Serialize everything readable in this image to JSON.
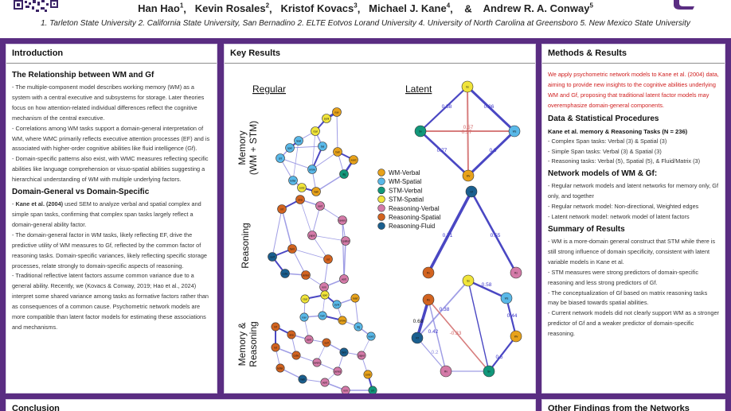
{
  "header": {
    "authors": [
      {
        "name": "Han Hao",
        "sup": "1"
      },
      {
        "name": "Kevin Rosales",
        "sup": "2"
      },
      {
        "name": "Kristof Kovacs",
        "sup": "3"
      },
      {
        "name": "Michael J. Kane",
        "sup": "4"
      },
      {
        "name": "Andrew R. A. Conway",
        "sup": "5"
      }
    ],
    "and": "&",
    "affiliations": "1. Tarleton State University   2. California State University, San Bernadino   2. ELTE Eotvos Lorand University   4. University of North Carolina at Greensboro   5. New Mexico State University"
  },
  "intro": {
    "title": "Introduction",
    "h1": "The Relationship between WM and Gf",
    "p1": "- The multiple-component model describes working memory (WM) as a system with a central executive and subsystems for storage. Later theories focus on how attention-related individual differences reflect the cognitive mechanism of the central executive.",
    "p2": "- Correlations among WM tasks support a domain-general interpretation of WM, where WMC primarily reflects executive attention processes (EF) and is associated with higher-order cognitive abilities like fluid intelligence (Gf).",
    "p3": "- Domain-specific patterns also exist, with WMC measures reflecting specific abilities like language comprehension or visuo-spatial abilities suggesting a hierarchical understanding of WM with multiple underlying factors.",
    "h2": "Domain-General vs Domain-Specific",
    "p4_bold": "Kane et al. (2004)",
    "p4_rest": " used SEM to analyze verbal and spatial complex and simple span tasks, confirming that complex span tasks largely reflect a domain-general ability factor.",
    "p5": "- The domain-general factor in WM tasks, likely reflecting EF, drive the predictive utility of WM measures to Gf, reflected by the common factor of reasoning tasks. Domain-specific variances, likely reflecting specific storage processes, relate strongly to domain-specific aspects of reasoning.",
    "p6": "- Traditional reflective latent factors assume common variance due to a general ability. Recently, we (Kovacs & Conway, 2019; Hao et al., 2024) interpret some shared variance among tasks as formative factors rather than as consequences of a common cause. Psychometric network models are more compatible than latent factor models for estimating these associations and mechanisms."
  },
  "keyres": {
    "title": "Key Results",
    "col_regular": "Regular",
    "col_latent": "Latent",
    "row1": "Memory",
    "row1b": "(WM + STM)",
    "row2": "Reasoning",
    "row3": "Memory &",
    "row3b": "Reasoning",
    "legend": [
      {
        "label": "WM-Verbal",
        "color": "#e8a21a"
      },
      {
        "label": "WM-Spatial",
        "color": "#59b8e8"
      },
      {
        "label": "STM-Verbal",
        "color": "#11977a"
      },
      {
        "label": "STM-Spatial",
        "color": "#f0e43a"
      },
      {
        "label": "Reasoning-Verbal",
        "color": "#d47aa8"
      },
      {
        "label": "Reasoning-Spatial",
        "color": "#d2631f"
      },
      {
        "label": "Reasoning-Fluid",
        "color": "#1a5f8f"
      }
    ],
    "latent_top": {
      "nodes": [
        "Ss",
        "Sv",
        "Ws",
        "Wv"
      ],
      "edges": [
        "0.58",
        "0.86",
        "0.57",
        "0.57",
        "0.77",
        "0.8"
      ]
    },
    "latent_mid": {
      "nodes": [
        "Gf",
        "Rv",
        "Rs"
      ],
      "edges": [
        "0.71",
        "0.55"
      ]
    },
    "latent_bot": {
      "nodes": [
        "Ss",
        "Ws",
        "Rs",
        "Wv",
        "Rf",
        "Rv",
        "Sv"
      ],
      "edges": [
        "0.58",
        "0.44",
        "0.38",
        "0.68",
        "0.42",
        "-0.33",
        "0.2",
        "0.5"
      ]
    },
    "regular_nodes": {
      "memory": [
        "rsal",
        "syml",
        "nav",
        "bal",
        "oper",
        "read",
        "arrow",
        "cnt",
        "ball",
        "dig",
        "word",
        "letter",
        "matr",
        "corsi"
      ],
      "reasoning": [
        "inf",
        "ana",
        "sent",
        "ravens",
        "surf",
        "form",
        "paper",
        "rot",
        "spatial",
        "cube",
        "series",
        "verb",
        "rem"
      ],
      "combined": [
        "rsal",
        "oper",
        "syml",
        "read",
        "nav",
        "ball",
        "arrow",
        "dig",
        "word",
        "inf",
        "ana",
        "sent",
        "surf",
        "form",
        "paper",
        "rot",
        "cube",
        "ravens",
        "series",
        "letter",
        "matr",
        "verb",
        "rem",
        "corsi",
        "cnt"
      ]
    }
  },
  "methods": {
    "title": "Methods & Results",
    "intro_red": "We apply psychometric network models to Kane et al. (2004) data, aiming to provide new insights to the cognitive abilities underlying WM and Gf, proposing that traditional latent factor models may overemphasize domain-general components.",
    "h1": "Data & Statistical Procedures",
    "h1b": "Kane et al. memory & Reasoning Tasks (N = 236)",
    "m1": "- Complex Span tasks: Verbal (3) & Spatial (3)",
    "m2": "- Simple Span tasks: Verbal (3) & Spatial (3)",
    "m3": "- Reasoning tasks: Verbal (5), Spatial (5), & Fluid/Matrix (3)",
    "h2": "Network models of WM & Gf:",
    "m4": "- Regular network models and latent networks for memory only, Gf only, and together",
    "m5": "- Regular network model: Non-directional, Weighted edges",
    "m6": "- Latent network model: network model of latent factors",
    "h3": "Summary of Results",
    "m7": "- WM is a more-domain general construct that STM while there is still strong influence of domain specificity, consistent with latent variable models in Kane et al.",
    "m8": "- STM measures were strong predictors of domain-specific reasoning and less strong predictors of Gf.",
    "m9": "- The conceptualization of Gf based on matrix reasoning tasks may be biased towards spatial abilities.",
    "m10": "- Current network models did not clearly support WM as a stronger predictor of Gf and a weaker predictor of domain-specific reasoning."
  },
  "conclusion": {
    "title": "Conclusion"
  },
  "other": {
    "title": "Other Findings from the Networks"
  }
}
